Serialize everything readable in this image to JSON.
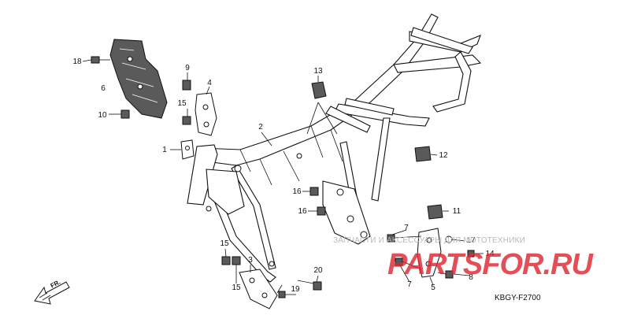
{
  "diagram": {
    "code": "KBGY-F2700",
    "direction_marker": "FR.",
    "callouts": [
      "1",
      "2",
      "3",
      "4",
      "5",
      "6",
      "7",
      "7",
      "8",
      "9",
      "10",
      "11",
      "12",
      "13",
      "14",
      "15",
      "15",
      "15",
      "16",
      "16",
      "17",
      "18",
      "19",
      "20"
    ]
  },
  "watermark": {
    "text": "ЗАПЧАСТИ И АКСЕССУАРЫ ДЛЯ МОТОТЕХНИКИ",
    "logo": "PARTSFOR.RU",
    "logo_color": "#de2832"
  },
  "colors": {
    "line": "#111111",
    "fill_dark": "#5a5a5a",
    "watermark_gray": "#b9b9b9"
  }
}
